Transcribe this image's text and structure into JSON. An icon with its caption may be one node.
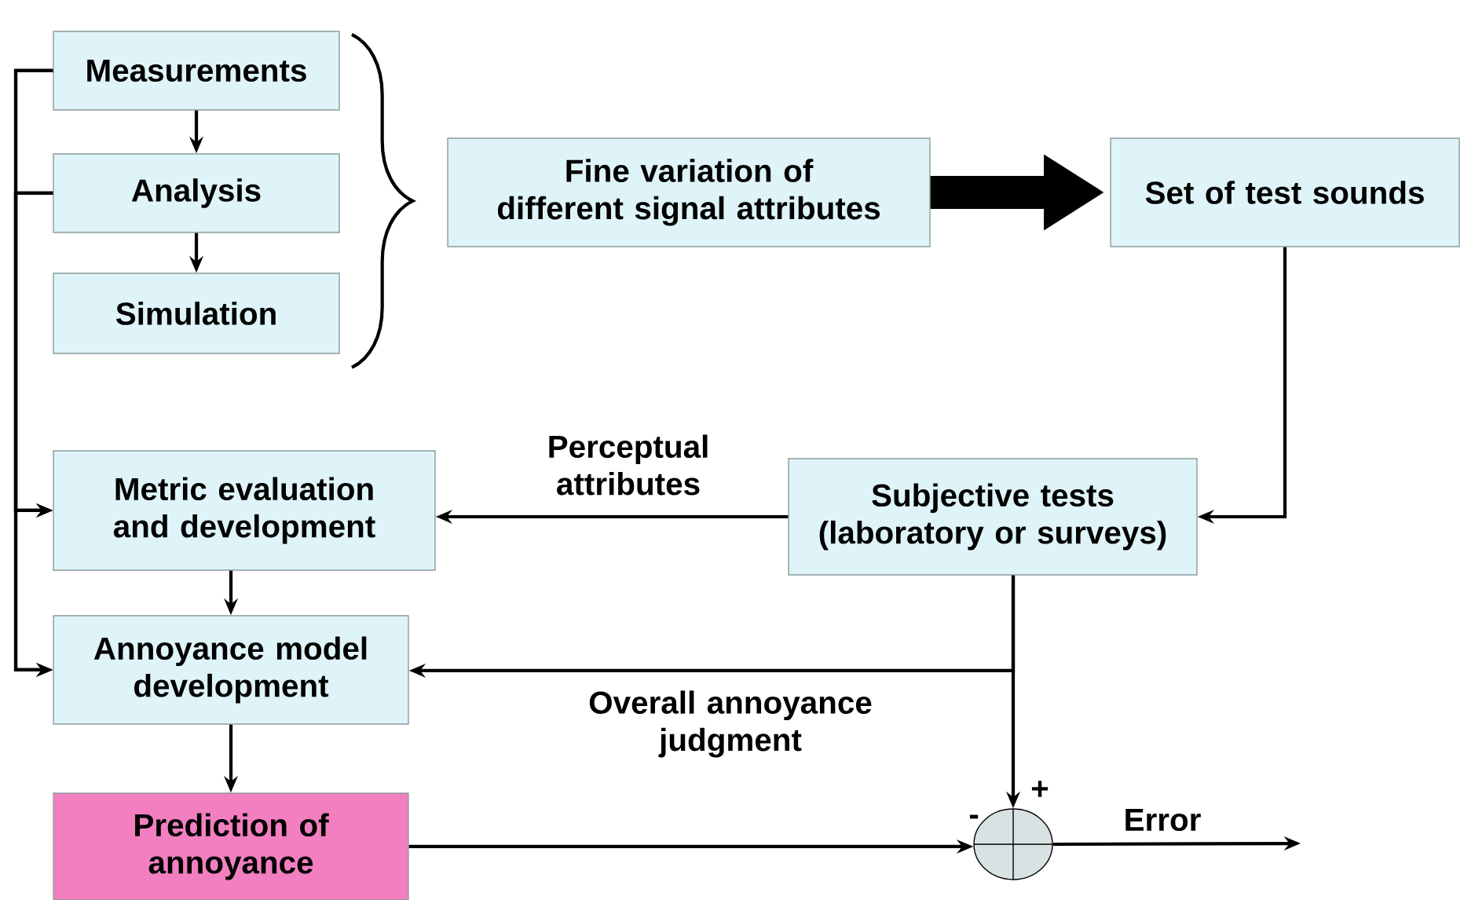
{
  "diagram": {
    "nodes": [
      {
        "text": [
          "Measurements"
        ]
      },
      {
        "text": [
          "Analysis"
        ]
      },
      {
        "text": [
          "Simulation"
        ]
      },
      {
        "text": [
          "Fine variation of different signal attributes"
        ]
      },
      {
        "text": [
          "Set of test sounds"
        ]
      },
      {
        "text": [
          "Metric evaluation and development"
        ]
      },
      {
        "text": [
          "Subjective tests (laboratory or surveys)"
        ]
      },
      {
        "text": [
          "Annoyance model development"
        ]
      },
      {
        "text": [
          "Prediction of annoyance"
        ]
      },
      {
        "text": [],
        "shape": "circle"
      }
    ],
    "edges": [
      {
        "from": 0,
        "to": 1,
        "arrow": "to"
      },
      {
        "from": 1,
        "to": 2,
        "arrow": "to"
      },
      {
        "from": 3,
        "to": 4,
        "arrow": "to",
        "style": "thick"
      },
      {
        "from": 4,
        "to": 6,
        "arrow": "to"
      },
      {
        "from": 6,
        "to": 5,
        "arrow": "to",
        "label": "Perceptual attributes"
      },
      {
        "from": 0,
        "to": 5,
        "arrow": "to"
      },
      {
        "from": 1,
        "to": 5,
        "arrow": "to"
      },
      {
        "from": 0,
        "to": 7,
        "arrow": "to"
      },
      {
        "from": 1,
        "to": 7,
        "arrow": "to"
      },
      {
        "from": 5,
        "to": 7,
        "arrow": "to"
      },
      {
        "from": 6,
        "to": 7,
        "arrow": "to",
        "label": "Overall annoyance judgment"
      },
      {
        "from": 6,
        "to": 9,
        "arrow": "to",
        "label": "+"
      },
      {
        "from": 7,
        "to": 8,
        "arrow": "to"
      },
      {
        "from": 8,
        "to": 9,
        "arrow": "to",
        "label": "-"
      },
      {
        "from": 9,
        "to": null,
        "arrow": "to",
        "label": "Error"
      }
    ]
  }
}
